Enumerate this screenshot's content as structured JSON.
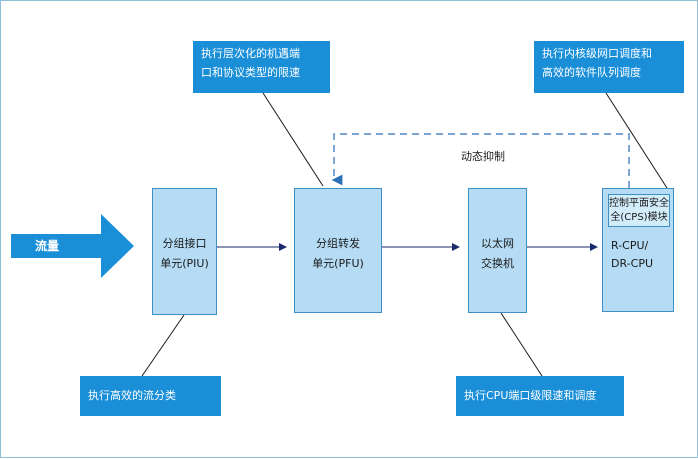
{
  "diagram": {
    "flow_label": "流量",
    "boxes": {
      "piu": {
        "line1": "分组接口",
        "line2": "单元(PIU)"
      },
      "pfu": {
        "line1": "分组转发",
        "line2": "单元(PFU)"
      },
      "switch": {
        "line1": "以太网",
        "line2": "交换机"
      },
      "cpu": {
        "cps_line1": "控制平面安全",
        "cps_line2": "全(CPS)模块",
        "line1": "R-CPU/",
        "line2": "DR-CPU"
      }
    },
    "feedback_label": "动态抑制",
    "callouts": {
      "top_middle": {
        "line1": "执行层次化的机遇端",
        "line2": "口和协议类型的限速"
      },
      "top_right": {
        "line1": "执行内核级网口调度和",
        "line2": "高效的软件队列调度"
      },
      "bottom_left": {
        "line1": "执行高效的流分类"
      },
      "bottom_right": {
        "line1": "执行CPU端口级限速和调度"
      }
    },
    "colors": {
      "callout_fill": "#1a8fd8",
      "box_fill": "#b5dcf4",
      "box_border": "#3d8fc4",
      "arrow": "#1a2a6c",
      "dashed": "#2a6fb8"
    }
  }
}
